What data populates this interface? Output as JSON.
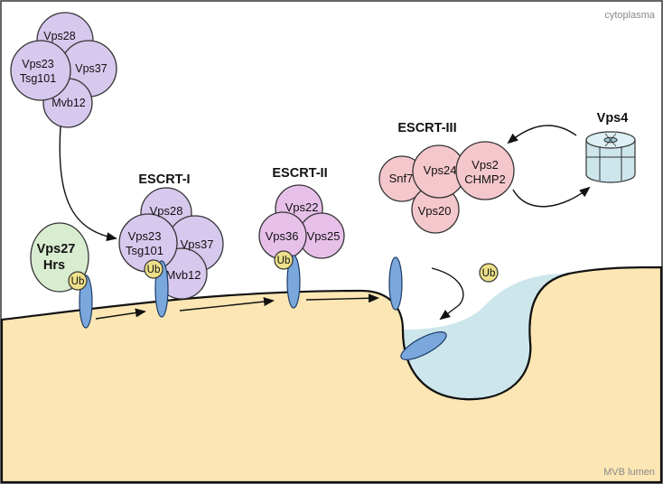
{
  "labels": {
    "cytoplasm": "cytoplasma",
    "lumen": "MVB lumen",
    "escrt1": "ESCRT-I",
    "escrt2": "ESCRT-II",
    "escrt3": "ESCRT-III",
    "vps4": "Vps4",
    "ub": "Ub"
  },
  "free_escrt1": {
    "vps28": "Vps28",
    "vps23": "Vps23",
    "tsg101": "Tsg101",
    "vps37": "Vps37",
    "mvb12": "Mvb12"
  },
  "hrs": {
    "vps27": "Vps27",
    "hrs": "Hrs"
  },
  "escrt1": {
    "vps28": "Vps28",
    "vps23": "Vps23",
    "tsg101": "Tsg101",
    "vps37": "Vps37",
    "mvb12": "Mvb12"
  },
  "escrt2": {
    "vps22": "Vps22",
    "vps36": "Vps36",
    "vps25": "Vps25"
  },
  "escrt3": {
    "snf7": "Snf7",
    "vps24": "Vps24",
    "vps2": "Vps2",
    "chmp2": "CHMP2",
    "vps20": "Vps20"
  },
  "colors": {
    "escrt1_fill": "#d7c8ee",
    "escrt2_fill": "#e7c0ea",
    "escrt3_fill": "#f4c7cc",
    "hrs_fill": "#d8ecd0",
    "ub_fill": "#ede08a",
    "membrane": "#fbe6b4",
    "lumen_bubble": "#cde6ec",
    "cargo": "#7aa7dc"
  }
}
